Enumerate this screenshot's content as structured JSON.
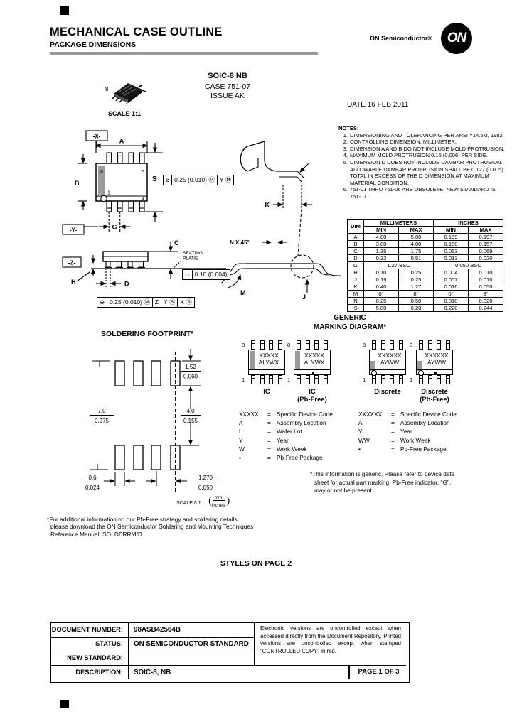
{
  "header": {
    "title": "MECHANICAL CASE OUTLINE",
    "subtitle": "PACKAGE DIMENSIONS",
    "brand": "ON Semiconductor®",
    "logo": "ON"
  },
  "case_info": {
    "name": "SOIC-8 NB",
    "case": "CASE 751-07",
    "issue": "ISSUE AK",
    "date": "DATE 16 FEB 2011",
    "scale": "SCALE 1:1",
    "pin_top": "8",
    "pin_bottom": "1"
  },
  "notes": {
    "heading": "NOTES:",
    "items": [
      "DIMENSIONING AND TOLERANCING PER ANSI Y14.5M, 1982.",
      "CONTROLLING DIMENSION: MILLIMETER.",
      "DIMENSION A AND B DO NOT INCLUDE MOLD PROTRUSION.",
      "MAXIMUM MOLD PROTRUSION 0.15 (0.006) PER SIDE.",
      "DIMENSION D DOES NOT INCLUDE DAMBAR PROTRUSION. ALLOWABLE DAMBAR PROTRUSION SHALL BE 0.127 (0.005) TOTAL IN EXCESS OF THE D DIMENSION AT MAXIMUM MATERIAL CONDITION.",
      "751-01 THRU 751-06 ARE OBSOLETE. NEW STANDARD IS 751-07."
    ]
  },
  "dim_table": {
    "col_dim": "DIM",
    "col_mm": "MILLIMETERS",
    "col_in": "INCHES",
    "col_min": "MIN",
    "col_max": "MAX",
    "rows": [
      [
        "A",
        "4.80",
        "5.00",
        "0.189",
        "0.197"
      ],
      [
        "B",
        "3.80",
        "4.00",
        "0.150",
        "0.157"
      ],
      [
        "C",
        "1.35",
        "1.75",
        "0.053",
        "0.069"
      ],
      [
        "D",
        "0.33",
        "0.51",
        "0.013",
        "0.020"
      ],
      [
        "G",
        "1.27 BSC",
        "0.050 BSC"
      ],
      [
        "H",
        "0.10",
        "0.25",
        "0.004",
        "0.010"
      ],
      [
        "J",
        "0.19",
        "0.25",
        "0.007",
        "0.010"
      ],
      [
        "K",
        "0.40",
        "1.27",
        "0.016",
        "0.050"
      ],
      [
        "M",
        "0°",
        "8°",
        "0°",
        "8°"
      ],
      [
        "N",
        "0.25",
        "0.50",
        "0.010",
        "0.020"
      ],
      [
        "S",
        "5.80",
        "6.20",
        "0.228",
        "0.244"
      ]
    ]
  },
  "drawing": {
    "labels": {
      "datum_x": "-X-",
      "datum_y": "-Y-",
      "datum_z": "-Z-",
      "a": "A",
      "b": "B",
      "c": "C",
      "d": "D",
      "g": "G",
      "h": "H",
      "j": "J",
      "k": "K",
      "m": "M",
      "s": "S",
      "n45": "N X 45°",
      "pin8": "8",
      "pin5": "5",
      "pin1": "1",
      "pin4": "4",
      "seating1": "SEATING",
      "seating2": "PLANE"
    },
    "frames": {
      "top": [
        "⌀",
        "0.25 (0.010) Ⓜ",
        "Y Ⓜ"
      ],
      "flat": [
        "⌓",
        "0.10 (0.004)"
      ],
      "pos": [
        "⊕",
        "0.25 (0.010) Ⓜ",
        "Z",
        "Y Ⓢ",
        "X Ⓢ"
      ]
    },
    "gray_color": "#9b9b9b"
  },
  "marking": {
    "title1": "GENERIC",
    "title2": "MARKING DIAGRAM*",
    "pin_top": "8",
    "pin_bottom": "1",
    "chips": [
      {
        "line1": "XXXXX",
        "line2": "ALYWX",
        "label1": "IC",
        "label2": "",
        "bar": "full",
        "dot": false,
        "circle": false
      },
      {
        "line1": "XXXXX",
        "line2": "ALYWX",
        "label1": "IC",
        "label2": "(Pb-Free)",
        "bar": "full",
        "dot": true,
        "circle": false
      },
      {
        "line1": "XXXXXX",
        "line2": "AYWW",
        "label1": "Discrete",
        "label2": "",
        "bar": "half",
        "dot": false,
        "circle": true
      },
      {
        "line1": "XXXXXX",
        "line2": "AYWW",
        "label1": "Discrete",
        "label2": "(Pb-Free)",
        "bar": "half",
        "dot": true,
        "circle": true
      }
    ],
    "legend_left": [
      [
        "XXXXX",
        "=",
        "Specific Device Code"
      ],
      [
        "A",
        "=",
        "Assembly Location"
      ],
      [
        "L",
        "=",
        "Wafer Lot"
      ],
      [
        "Y",
        "=",
        "Year"
      ],
      [
        "W",
        "=",
        "Work Week"
      ],
      [
        "▪",
        "=",
        "Pb-Free Package"
      ]
    ],
    "legend_right": [
      [
        "XXXXXX",
        "=",
        "Specific Device Code"
      ],
      [
        "A",
        "=",
        "Assembly Location"
      ],
      [
        "Y",
        "=",
        "Year"
      ],
      [
        "WW",
        "=",
        "Work Week"
      ],
      [
        "▪",
        "=",
        "Pb-Free Package"
      ]
    ],
    "note": "*This information is generic. Please refer to device data sheet for actual part marking. Pb-Free indicator, \"G\", may or not be present."
  },
  "footprint": {
    "title": "SOLDERING FOOTPRINT*",
    "pad_height": [
      "1.52",
      "0.060"
    ],
    "row_gap": [
      "4.0",
      "0.155"
    ],
    "overall": [
      "7.0",
      "0.275"
    ],
    "pad_width": [
      "0.6",
      "0.024"
    ],
    "pitch": [
      "1.270",
      "0.050"
    ],
    "scale": "SCALE 6:1",
    "unit_top": "mm",
    "unit_bottom": "inches",
    "unit_wrap": [
      "(",
      ")"
    ]
  },
  "footnote": "*For additional information on our Pb-Free strategy and soldering details, please download the ON Semiconductor Soldering and Mounting Techniques Reference Manual, SOLDERRM/D.",
  "styles_line": "STYLES ON PAGE 2",
  "doc_table": {
    "rows": [
      {
        "label": "DOCUMENT NUMBER:",
        "value": "98ASB42564B"
      },
      {
        "label": "STATUS:",
        "value": "ON SEMICONDUCTOR STANDARD"
      },
      {
        "label": "NEW STANDARD:",
        "value": ""
      },
      {
        "label": "DESCRIPTION:",
        "value": "SOIC-8, NB"
      }
    ],
    "disclaimer": "Electronic versions are uncontrolled except when accessed directly from the Document Repository. Printed versions are uncontrolled except when stamped \"CONTROLLED COPY\" in red.",
    "page": "PAGE 1 OF 3"
  }
}
